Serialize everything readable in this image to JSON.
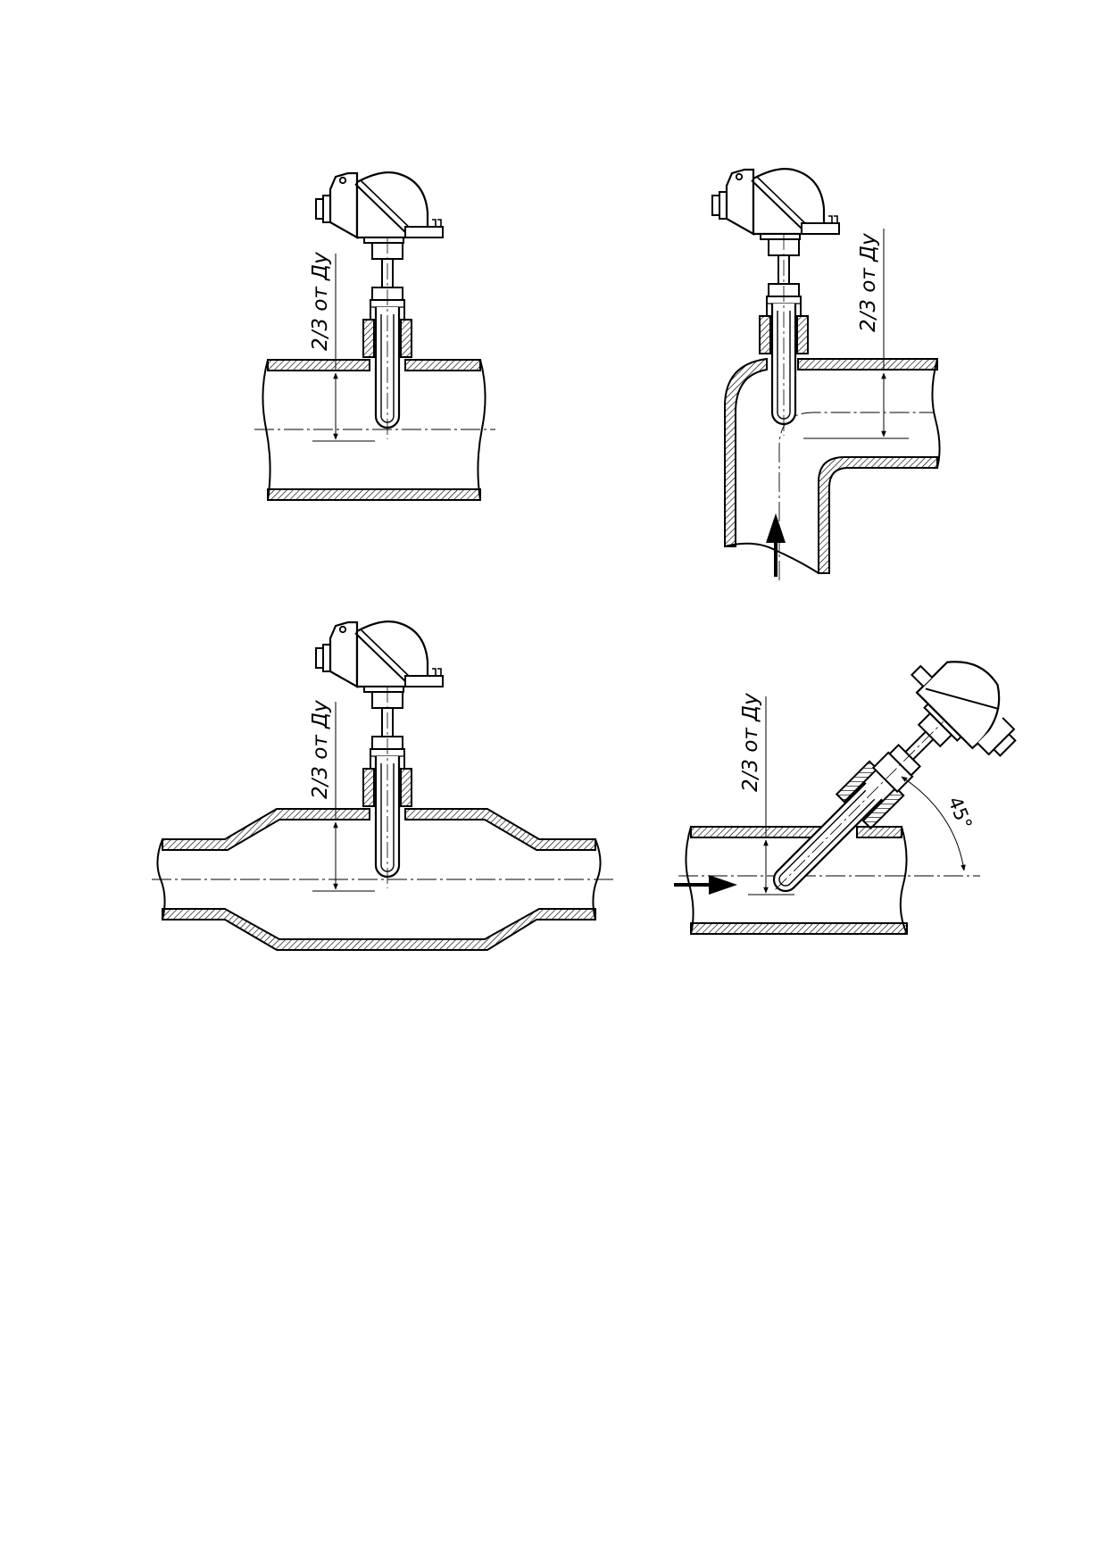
{
  "figures": [
    {
      "id": "straight-pipe",
      "depth_label": "2/3 от Ду"
    },
    {
      "id": "elbow-pipe",
      "depth_label": "2/3 от Ду"
    },
    {
      "id": "expansion-pipe",
      "depth_label": "2/3 от Ду"
    },
    {
      "id": "angled-install",
      "depth_label": "2/3 от Ду",
      "angle_label": "45°"
    }
  ],
  "colors": {
    "line": "#000000",
    "background": "#ffffff"
  }
}
